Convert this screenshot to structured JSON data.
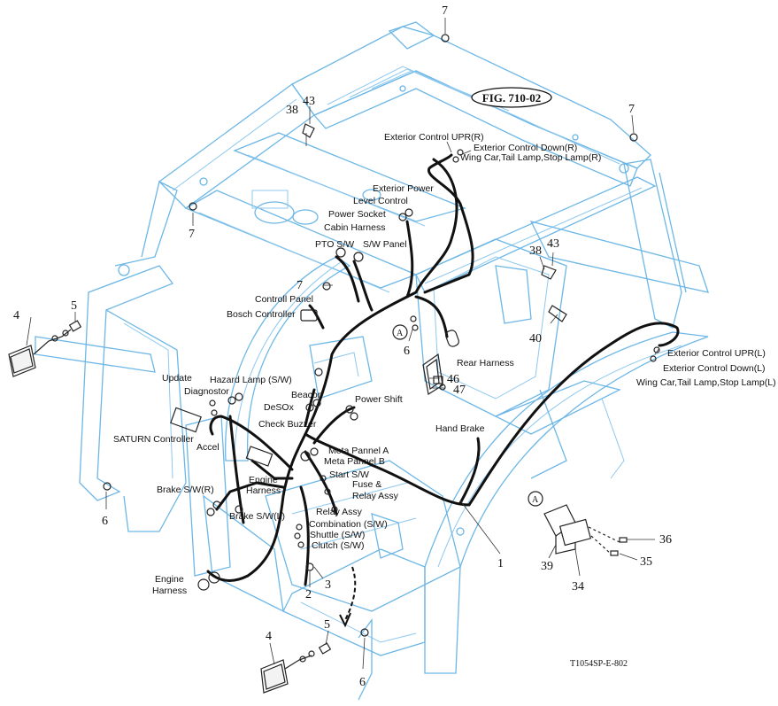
{
  "figure": {
    "fig_label": "FIG. 710-02",
    "drawing_code": "T1054SP-E-802"
  },
  "harness_labels": {
    "exterior_control_upr_r": "Exterior Control UPR(R)",
    "exterior_control_down_r": "Exterior Control Down(R)",
    "wing_car_r": "Wing Car,Tail Lamp,Stop Lamp(R)",
    "exterior_power": "Exterior Power",
    "level_control": "Level Control",
    "power_socket": "Power Socket",
    "cabin_harness": "Cabin Harness",
    "pto_sw": "PTO S/W",
    "sw_panel": "S/W Panel",
    "controll_panel": "Controll Panel",
    "bosch_controller": "Bosch Controller",
    "rear_harness": "Rear Harness",
    "exterior_control_upr_l": "Exterior Control UPR(L)",
    "exterior_control_down_l": "Exterior Control Down(L)",
    "wing_car_l": "Wing Car,Tail Lamp,Stop Lamp(L)",
    "update": "Update",
    "hazard_lamp": "Hazard Lamp (S/W)",
    "diagnostor": "Diagnostor",
    "beacon": "Beacon",
    "desox": "DeSOx",
    "power_shift": "Power Shift",
    "check_buzzer": "Check Buzzer",
    "saturn_controller": "SATURN Controller",
    "accel": "Accel",
    "hand_brake": "Hand Brake",
    "meta_pannel_a": "Meta Pannel A",
    "meta_pannel_b": "Meta Pannel B",
    "engine_harness": "Engine",
    "engine_harness_2": "Harness",
    "start_sw": "Start S/W",
    "fuse_relay": "Fuse &",
    "fuse_relay_2": "Relay Assy",
    "brake_sw_r": "Brake S/W(R)",
    "brake_sw_l": "Brake S/W(L)",
    "relay_assy": "Relay Assy",
    "combination_sw": "Combination (S/W)",
    "shuttle_sw": "Shuttle (S/W)",
    "clutch_sw": "Clutch (S/W)",
    "engine_harness_lower": "Engine",
    "engine_harness_lower_2": "Harness"
  },
  "callouts": {
    "n7_top": "7",
    "n7_right": "7",
    "n7_left": "7",
    "n7_mid": "7",
    "n43_top": "43",
    "n38_top": "38",
    "n38_right": "38",
    "n43_right": "43",
    "n40": "40",
    "n4_top": "4",
    "n5_top": "5",
    "n6_mid": "6",
    "n46": "46",
    "n47": "47",
    "n6_left": "6",
    "n1": "1",
    "n2": "2",
    "n3": "3",
    "n36": "36",
    "n35": "35",
    "n39": "39",
    "n34": "34",
    "n4_bot": "4",
    "n5_bot": "5",
    "n6_bot": "6",
    "ref_a": "A"
  }
}
